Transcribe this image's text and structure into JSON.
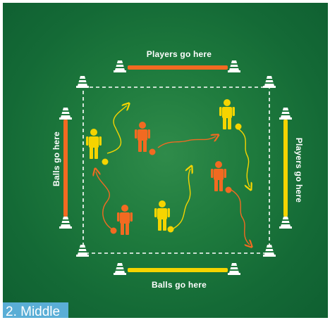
{
  "labels": {
    "top": "Players go here",
    "bottom": "Balls go here",
    "left": "Balls go here",
    "right": "Players go here"
  },
  "caption": "2. Middle",
  "colors": {
    "field": "#1e7a3d",
    "orange": "#f26a21",
    "yellow": "#f5d400",
    "cone": "#ffffff",
    "caption_bg": "#5aaed6"
  }
}
